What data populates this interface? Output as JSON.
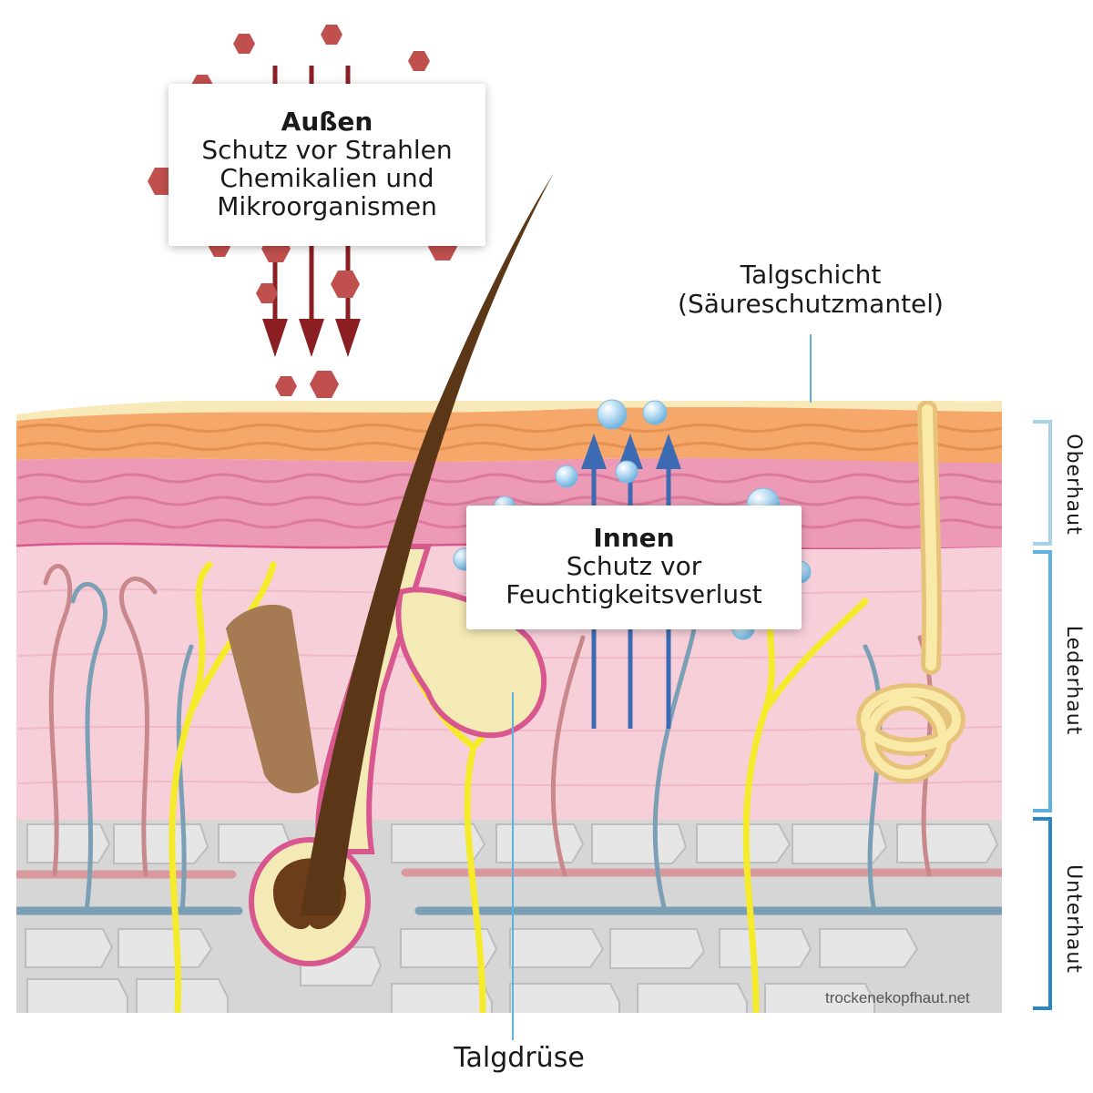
{
  "outside_box": {
    "heading": "Außen",
    "lines": [
      "Schutz vor Strahlen",
      "Chemikalien und",
      "Mikroorganismen"
    ]
  },
  "inside_box": {
    "heading": "Innen",
    "lines": [
      "Schutz vor",
      "Feuchtigkeitsverlust"
    ]
  },
  "labels": {
    "sebum_layer_1": "Talgschicht",
    "sebum_layer_2": "(Säureschutzmantel)",
    "sebaceous_gland": "Talgdrüse"
  },
  "layers": {
    "epidermis": "Oberhaut",
    "dermis": "Lederhaut",
    "subcutis": "Unterhaut"
  },
  "credit": "trockenekopfhaut.net",
  "colors": {
    "hexagon": "#c0504d",
    "down_arrow": "#8b1f24",
    "up_arrow": "#3d6bb3",
    "droplet": "#a9d4ef",
    "epidermis_bracket": "#a8d2ea",
    "dermis_bracket": "#5fb1df",
    "subcutis_bracket": "#2a86c6"
  }
}
